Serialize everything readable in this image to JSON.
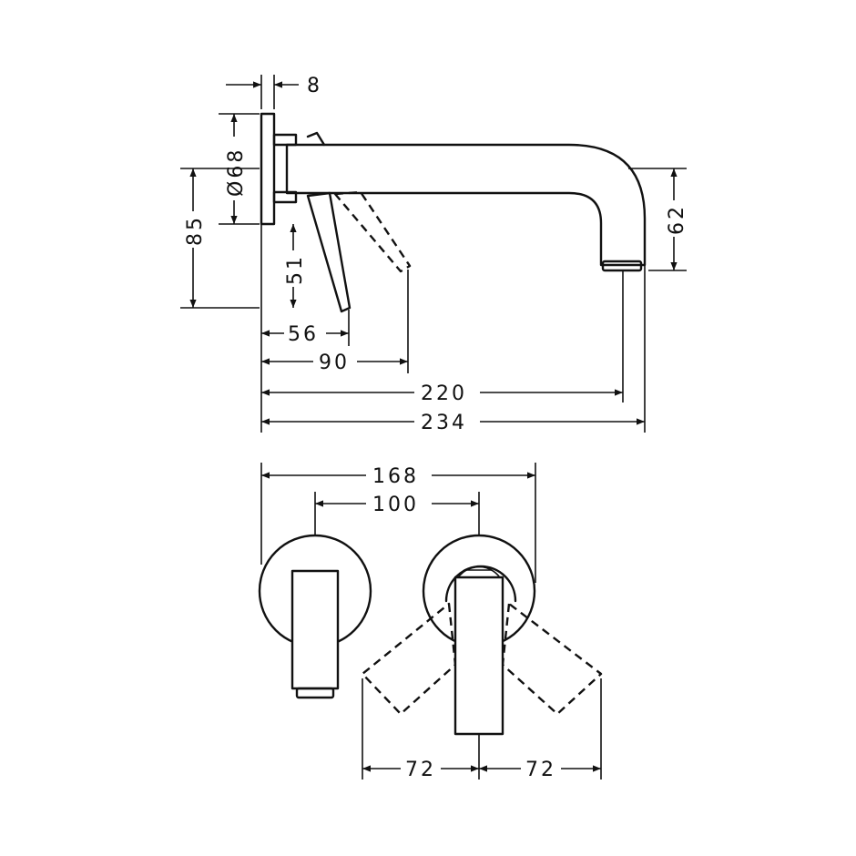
{
  "dimensions": {
    "plate_thickness": "8",
    "plate_diameter": "Ø68",
    "height_85": "85",
    "lever_height": "51",
    "lever_depth": "56",
    "lever_depth_open": "90",
    "spout_reach": "220",
    "overall_depth": "234",
    "spout_height": "62",
    "centre_width": "168",
    "centre_distance": "100",
    "lever_swing_left": "72",
    "lever_swing_right": "72"
  },
  "colors": {
    "line": "#111111",
    "background": "#ffffff"
  }
}
